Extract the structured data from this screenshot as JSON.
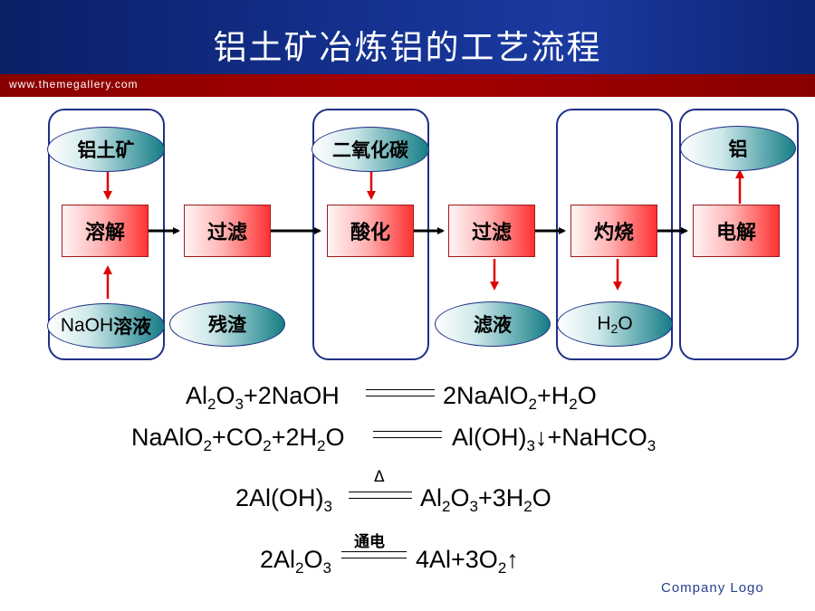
{
  "header": {
    "title": "铝土矿冶炼铝的工艺流程",
    "url": "www.themegallery.com"
  },
  "flow": {
    "inputs": {
      "bauxite": "铝土矿",
      "naoh_prefix": "NaOH",
      "naoh_suffix": "溶液",
      "co2": "二氧化碳"
    },
    "steps": [
      "溶解",
      "过滤",
      "酸化",
      "过滤",
      "灼烧",
      "电解"
    ],
    "outputs": {
      "residue": "残渣",
      "filtrate": "滤液",
      "water_h": "H",
      "water_sub": "2",
      "water_o": "O",
      "aluminum": "铝"
    }
  },
  "equations": {
    "eq1_left": [
      "Al",
      "2",
      "O",
      "3",
      "+2NaOH"
    ],
    "eq1_right": [
      "2NaAlO",
      "2",
      "+H",
      "2",
      "O"
    ],
    "eq2_left": [
      "NaAlO",
      "2",
      "+CO",
      "2",
      "+2H",
      "2",
      "O"
    ],
    "eq2_right": [
      "Al(OH)",
      "3",
      "↓+NaHCO",
      "3"
    ],
    "eq3_left": [
      "2Al(OH)",
      "3"
    ],
    "eq3_condition": "Δ",
    "eq3_right": [
      "Al",
      "2",
      "O",
      "3",
      "+3H",
      "2",
      "O"
    ],
    "eq4_left": [
      "2Al",
      "2",
      "O",
      "3"
    ],
    "eq4_condition": "通电",
    "eq4_right": [
      "4Al+3O",
      "2",
      "↑"
    ]
  },
  "footer": {
    "company": "Company Logo"
  },
  "colors": {
    "header_blue": "#14318f",
    "bar_red": "#a40000",
    "group_border": "#1f2f86",
    "arrow_red": "#e00000",
    "process_red": "#ff3232",
    "oval_teal": "#177c85",
    "logo_text": "#23408e"
  }
}
